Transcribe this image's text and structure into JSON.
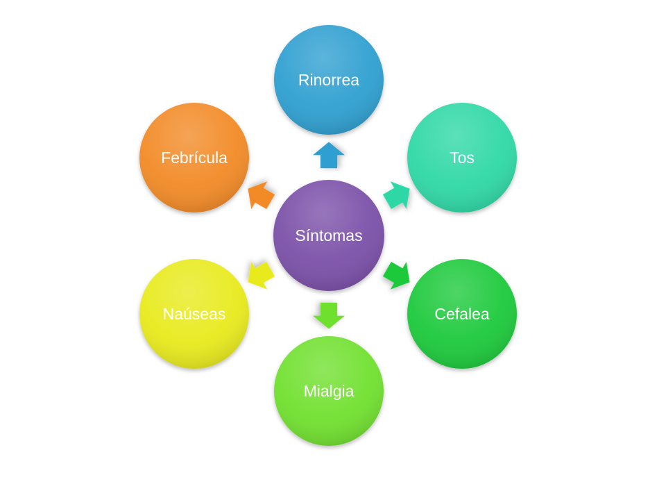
{
  "diagram": {
    "center": {
      "label": "Síntomas",
      "color": "#7a4fa8"
    },
    "nodes": [
      {
        "id": "rinorrea",
        "label": "Rinorrea",
        "color": "#2e9fd0",
        "arrow_color": "#2e9fd0"
      },
      {
        "id": "tos",
        "label": "Tos",
        "color": "#2ed8a6",
        "arrow_color": "#2ed8a6"
      },
      {
        "id": "cefalea",
        "label": "Cefalea",
        "color": "#1fc93a",
        "arrow_color": "#1fc93a"
      },
      {
        "id": "mialgia",
        "label": "Mialgia",
        "color": "#6fe02e",
        "arrow_color": "#6fe02e"
      },
      {
        "id": "nauseas",
        "label": "Naúseas",
        "color": "#e8ea1e",
        "arrow_color": "#e8ea1e"
      },
      {
        "id": "febricula",
        "label": "Febrícula",
        "color": "#f28a26",
        "arrow_color": "#f28a26"
      }
    ]
  }
}
